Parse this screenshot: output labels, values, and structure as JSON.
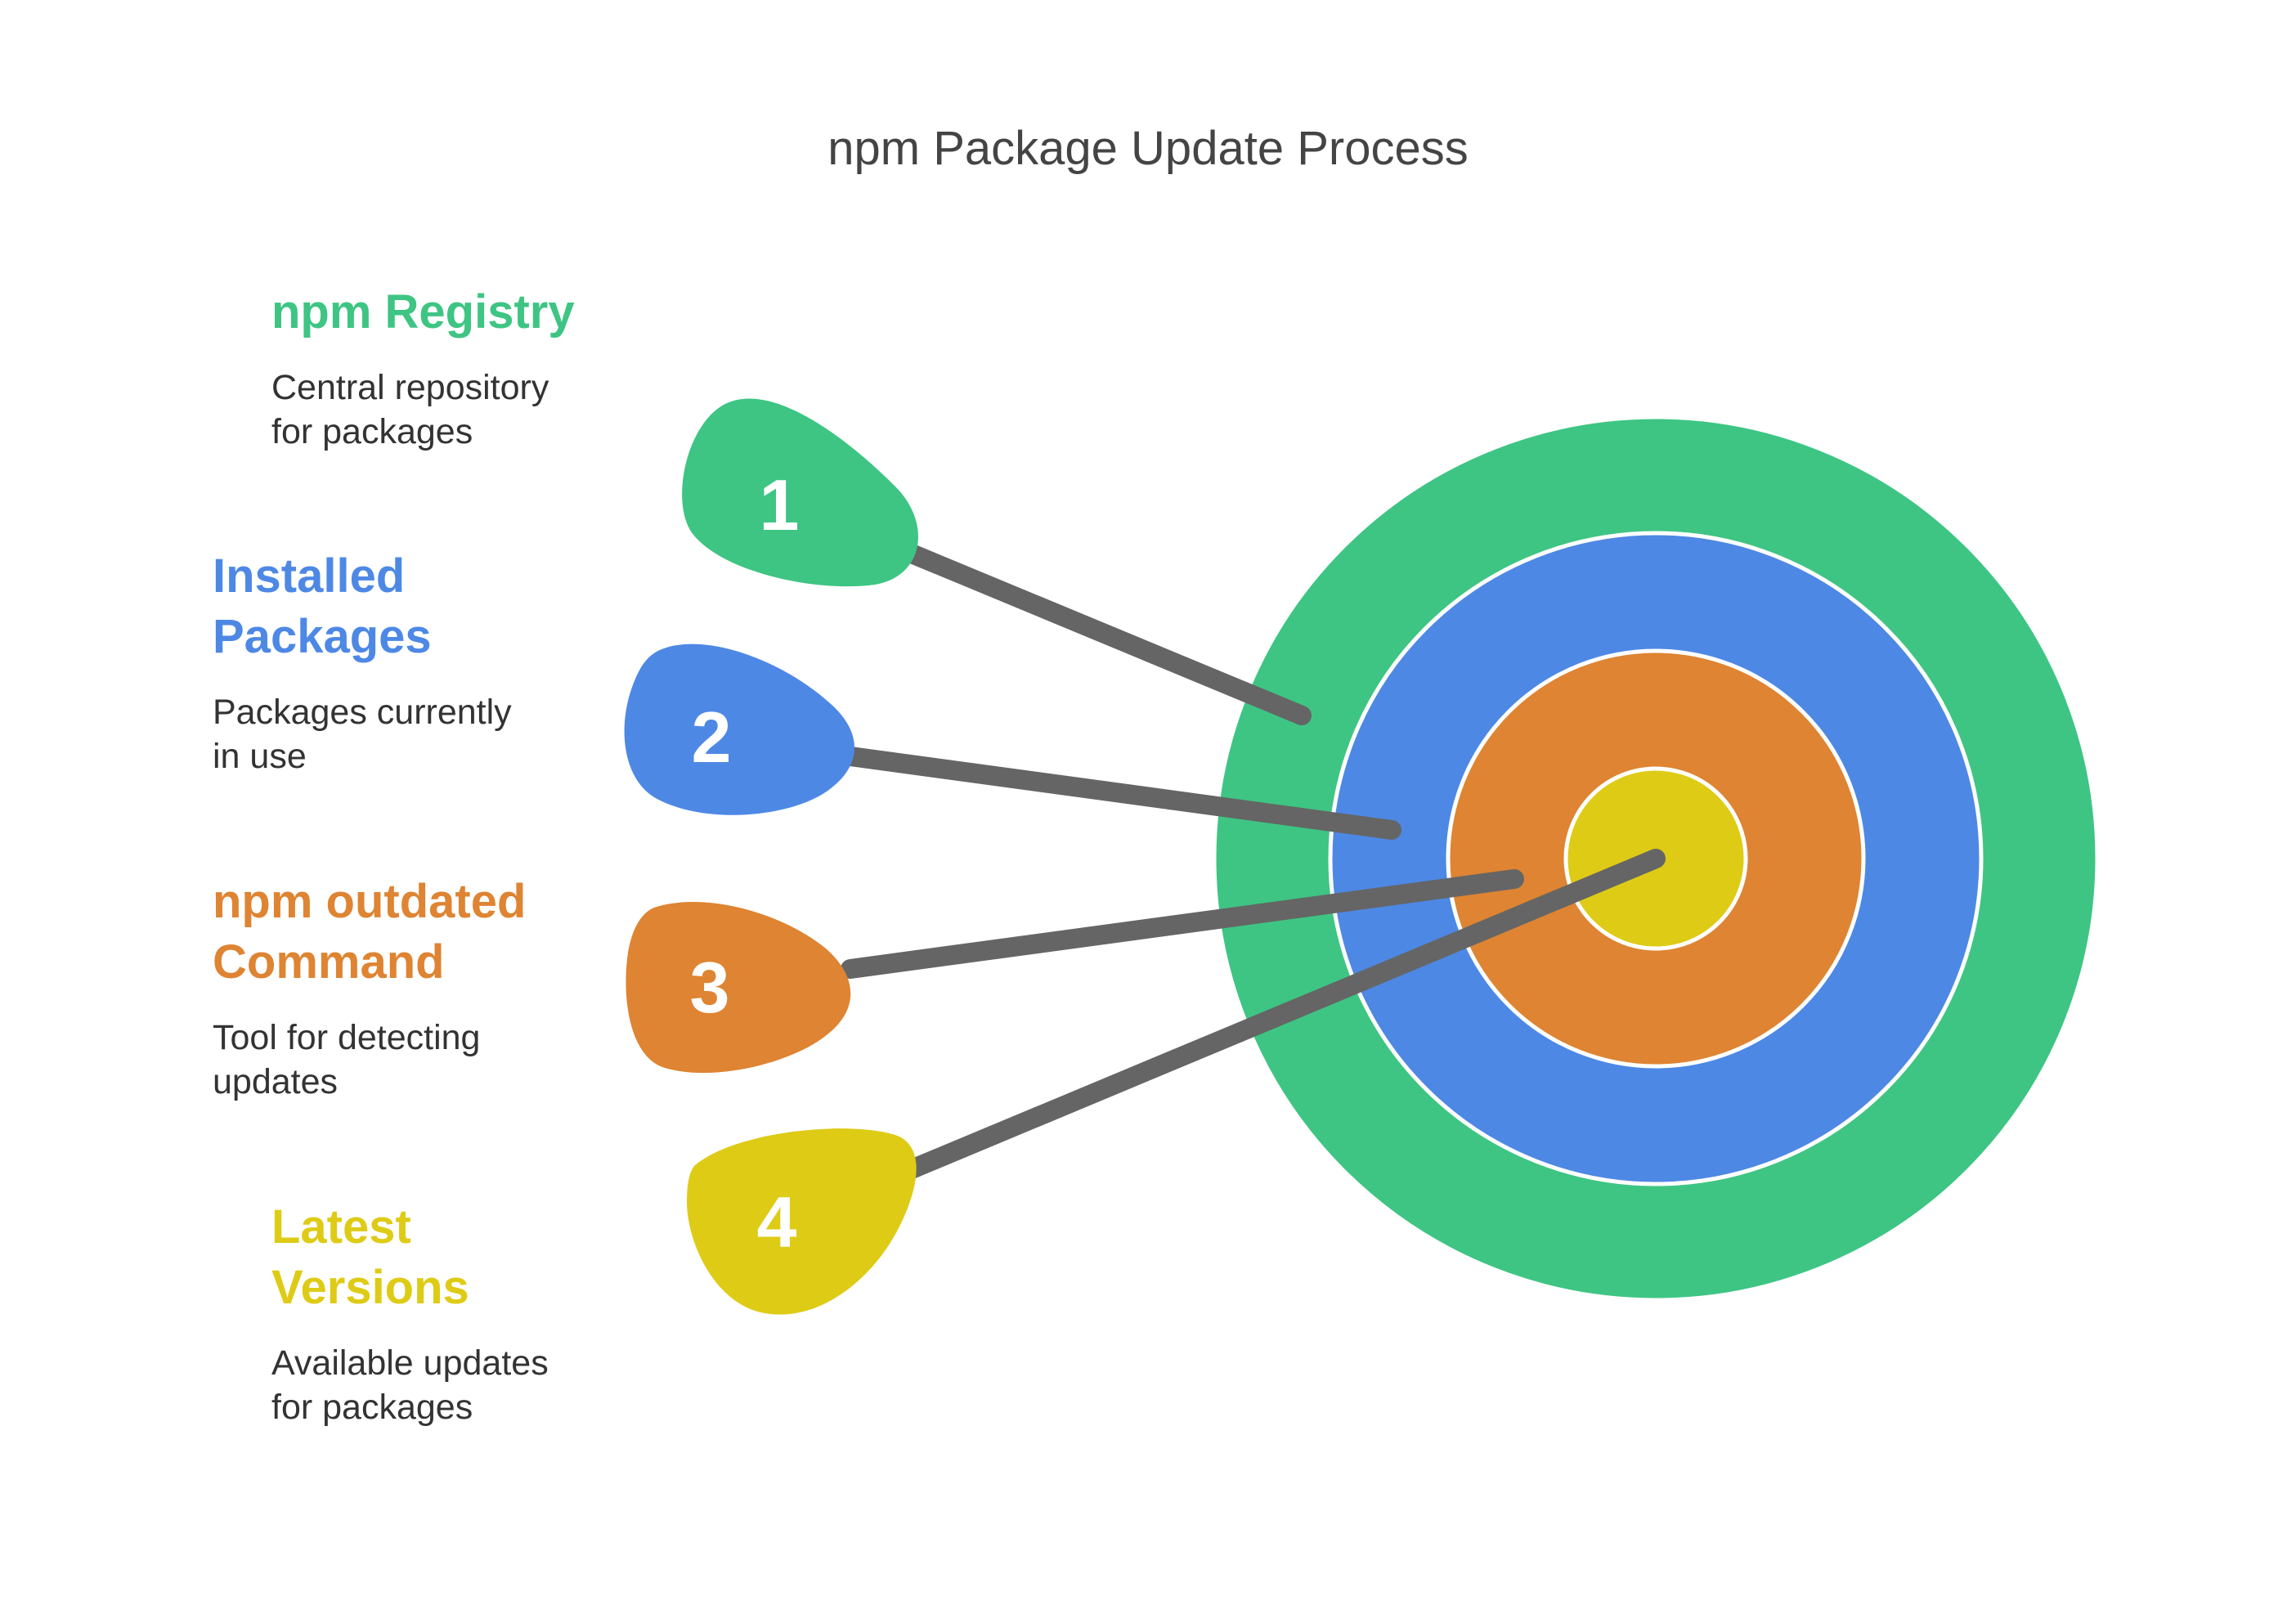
{
  "title": "npm Package Update Process",
  "colors": {
    "green": "#3EC583",
    "blue": "#4E88E5",
    "orange": "#DE8432",
    "yellow": "#DECB16",
    "shaft": "#656565"
  },
  "target": {
    "rings": [
      {
        "name": "outer-ring",
        "color": "#3EC583"
      },
      {
        "name": "second-ring",
        "color": "#4E88E5"
      },
      {
        "name": "third-ring",
        "color": "#DE8432"
      },
      {
        "name": "bullseye",
        "color": "#DECB16"
      }
    ]
  },
  "steps": [
    {
      "number": "1",
      "title": "npm Registry",
      "description": "Central repository\nfor packages",
      "color": "#3EC583"
    },
    {
      "number": "2",
      "title": "Installed\nPackages",
      "description": "Packages currently\nin use",
      "color": "#4E88E5"
    },
    {
      "number": "3",
      "title": "npm outdated\nCommand",
      "description": "Tool for detecting\nupdates",
      "color": "#DE8432"
    },
    {
      "number": "4",
      "title": "Latest\nVersions",
      "description": "Available updates\nfor packages",
      "color": "#DECB16"
    }
  ]
}
